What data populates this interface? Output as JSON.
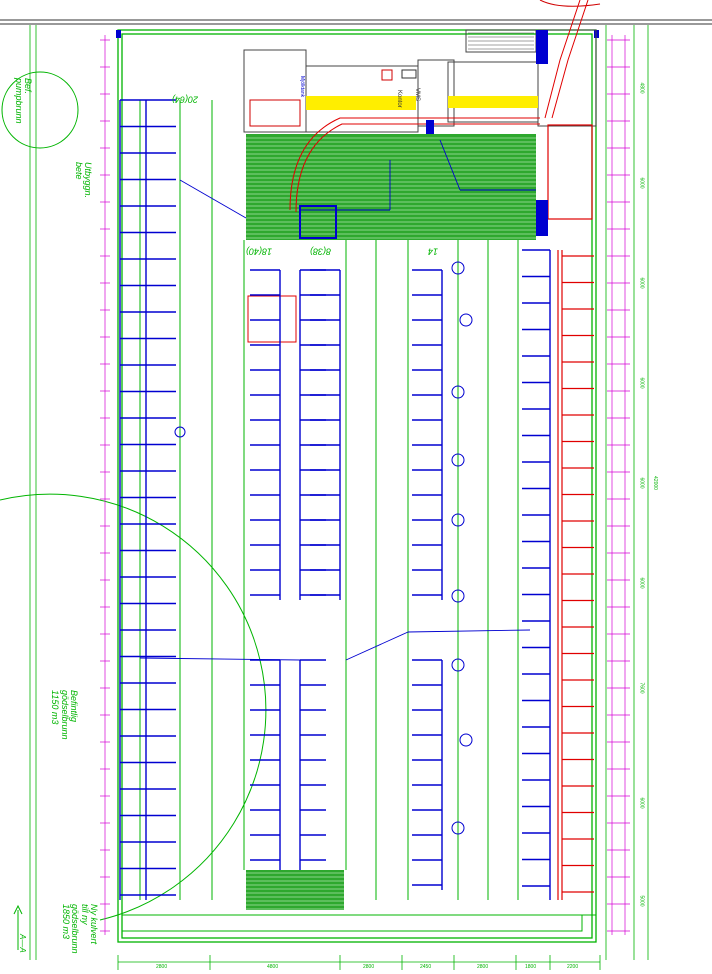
{
  "labels": {
    "pump_well": "Bef.\npumpbrunn",
    "expansion": "Utbyggn.\nbete",
    "existing_tank": "Befintlig\ngödselbrunn\n1150 m3",
    "new_culvert": "Ny kulvert\ntill ny\ngödselbrunn\n1850 m3",
    "section_mark": "A—A",
    "cow_count_left": "20(64)",
    "cow_count_mid1": "18(40)",
    "cow_count_mid2": "8(38)",
    "cow_count_right": "14",
    "ams_label": "VMS",
    "office_label": "Kontor",
    "gauge_label": "Mjölktank"
  },
  "dimensions_bottom": [
    "2800",
    "4800",
    "2800",
    "2450",
    "2800",
    "1800",
    "2200"
  ],
  "dimensions_right": [
    "4800",
    "6000",
    "6000",
    "6000",
    "6000",
    "6000",
    "7600",
    "6000",
    "5000"
  ],
  "overall_length": "42000",
  "colors": {
    "stall": "#0000d0",
    "wall": "#00b400",
    "dim": "#d400d4",
    "pipe": "#e00000",
    "floor": "#2ea82e",
    "yellow": "#ffee00"
  }
}
